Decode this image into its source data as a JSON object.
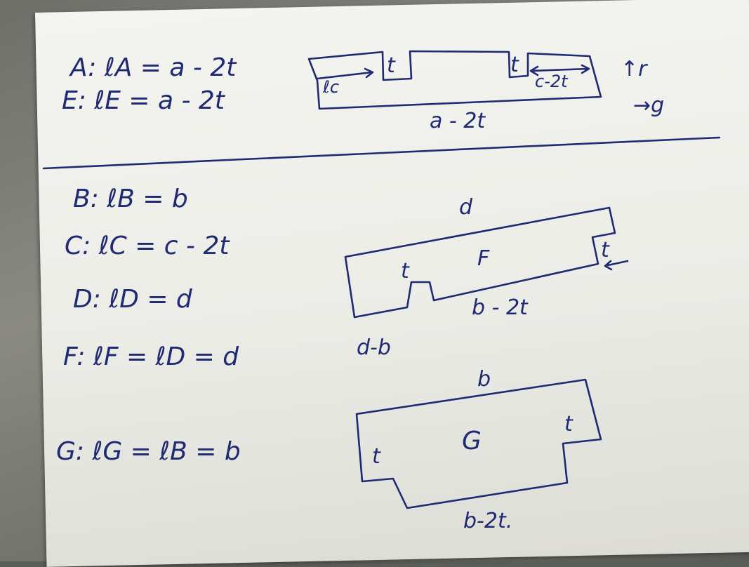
{
  "equations": {
    "a": "A: ℓA = a - 2t",
    "e": "E: ℓE = a - 2t",
    "b": "B: ℓB = b",
    "c": "C: ℓC = c - 2t",
    "d": "D: ℓD = d",
    "f": "F: ℓF = ℓD = d",
    "g": "G: ℓG = ℓB = b"
  },
  "top_sketch": {
    "t_left": "t",
    "t_right": "t",
    "lc": "ℓc",
    "c2t": "c-2t",
    "bottom": "a - 2t",
    "axis_r": "↑r",
    "axis_g": "→g"
  },
  "f_sketch": {
    "top": "d",
    "name": "F",
    "t_mid": "t",
    "t_right": "t",
    "bottom_right": "b - 2t",
    "bottom_left": "d-b"
  },
  "g_sketch": {
    "top": "b",
    "name": "G",
    "t_left": "t",
    "t_right": "t",
    "bottom": "b-2t."
  }
}
